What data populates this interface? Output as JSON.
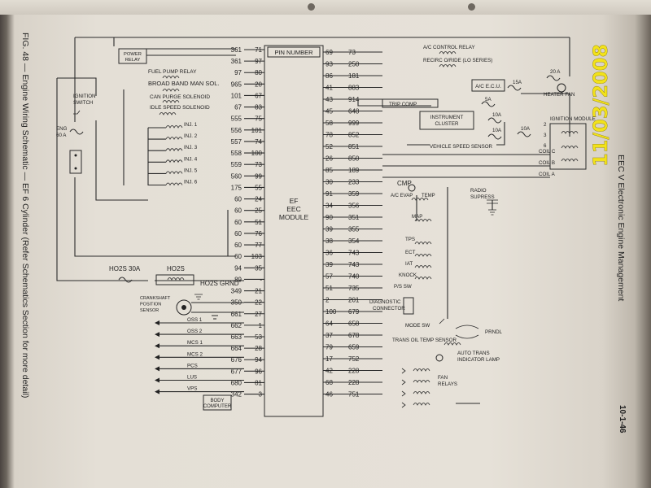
{
  "side_caption": "FIG. 48 — Engine Wiring Schematic — EF 6 Cylinder (Refer Schematics Section for more detail)",
  "right_header": "EEC V Electronic Engine Management",
  "page_number": "10-1-46",
  "date_stamp": "11/03/2008",
  "module": {
    "title": "PIN NUMBER",
    "name_lines": [
      "EF",
      "EEC",
      "MODULE"
    ]
  },
  "left_pins": [
    {
      "wire": "361",
      "pin": "71"
    },
    {
      "wire": "361",
      "pin": "97"
    },
    {
      "wire": "97",
      "pin": "80"
    },
    {
      "wire": "965",
      "pin": "20"
    },
    {
      "wire": "101",
      "pin": "67"
    },
    {
      "wire": "67",
      "pin": "83"
    },
    {
      "wire": "555",
      "pin": "75"
    },
    {
      "wire": "556",
      "pin": "101"
    },
    {
      "wire": "557",
      "pin": "74"
    },
    {
      "wire": "558",
      "pin": "100"
    },
    {
      "wire": "559",
      "pin": "73"
    },
    {
      "wire": "560",
      "pin": "99"
    },
    {
      "wire": "175",
      "pin": "55"
    },
    {
      "wire": "60",
      "pin": "24"
    },
    {
      "wire": "60",
      "pin": "25"
    },
    {
      "wire": "60",
      "pin": "51"
    },
    {
      "wire": "60",
      "pin": "76"
    },
    {
      "wire": "60",
      "pin": "77"
    },
    {
      "wire": "60",
      "pin": "103"
    },
    {
      "wire": "94",
      "pin": "35"
    },
    {
      "wire": "89",
      "pin": "-"
    },
    {
      "wire": "349",
      "pin": "21"
    },
    {
      "wire": "350",
      "pin": "22"
    },
    {
      "wire": "661",
      "pin": "27"
    },
    {
      "wire": "662",
      "pin": "1"
    },
    {
      "wire": "663",
      "pin": "53"
    },
    {
      "wire": "664",
      "pin": "28"
    },
    {
      "wire": "676",
      "pin": "94"
    },
    {
      "wire": "677",
      "pin": "96"
    },
    {
      "wire": "680",
      "pin": "81"
    },
    {
      "wire": "342",
      "pin": "3"
    }
  ],
  "right_pins": [
    {
      "pin": "69",
      "wire": "73"
    },
    {
      "pin": "93",
      "wire": "250"
    },
    {
      "pin": "86",
      "wire": "181"
    },
    {
      "pin": "41",
      "wire": "883"
    },
    {
      "pin": "43",
      "wire": "914"
    },
    {
      "pin": "45",
      "wire": "648"
    },
    {
      "pin": "58",
      "wire": "999"
    },
    {
      "pin": "78",
      "wire": "852"
    },
    {
      "pin": "52",
      "wire": "851"
    },
    {
      "pin": "26",
      "wire": "850"
    },
    {
      "pin": "85",
      "wire": "189"
    },
    {
      "pin": "30",
      "wire": "233"
    },
    {
      "pin": "91",
      "wire": "359"
    },
    {
      "pin": "34",
      "wire": "356"
    },
    {
      "pin": "90",
      "wire": "351"
    },
    {
      "pin": "39",
      "wire": "355"
    },
    {
      "pin": "38",
      "wire": "354"
    },
    {
      "pin": "36",
      "wire": "743"
    },
    {
      "pin": "39",
      "wire": "743"
    },
    {
      "pin": "57",
      "wire": "740"
    },
    {
      "pin": "51",
      "wire": "735"
    },
    {
      "pin": "2",
      "wire": "201"
    },
    {
      "pin": "100",
      "wire": "679"
    },
    {
      "pin": "64",
      "wire": "658"
    },
    {
      "pin": "37",
      "wire": "678"
    },
    {
      "pin": "79",
      "wire": "659"
    },
    {
      "pin": "17",
      "wire": "752"
    },
    {
      "pin": "42",
      "wire": "228"
    },
    {
      "pin": "68",
      "wire": "228"
    },
    {
      "pin": "46",
      "wire": "751"
    }
  ],
  "left_labels": {
    "power_relay": [
      "POWER",
      "RELAY"
    ],
    "fuel_pump_relay": "FUEL PUMP RELAY",
    "broad_band": "BROAD BAND MAN SOL.",
    "canister": "CAN PURGE SOLENOID",
    "idle": "IDLE SPEED SOLENOID",
    "injectors": [
      "INJ. 1",
      "INJ. 2",
      "INJ. 3",
      "INJ. 4",
      "INJ. 5",
      "INJ. 6"
    ],
    "ignition_switch": [
      "IGNITION",
      "SWITCH"
    ],
    "eng_fuse": [
      "ENG",
      "60 A"
    ],
    "ho2s_30a": "HO2S 30A",
    "ho2s": "HO2S",
    "ho2s_grnd": "HO2S GRND",
    "crank": [
      "CRANKSHAFT",
      "POSITION",
      "SENSOR"
    ],
    "sensors": [
      "OSS 1",
      "OSS 2",
      "MCS 1",
      "MCS 2",
      "PCS",
      "LUS",
      "VPS"
    ],
    "body_computer": [
      "BODY",
      "COMPUTER"
    ]
  },
  "right_labels": {
    "ac_control": "A/C CONTROL RELAY",
    "recirc": "RECIRC O/RIDE (LO SERIES)",
    "ac_ecu": "A/C E.C.U.",
    "fuse_15a": "15A",
    "fuse_20a": "20 A",
    "heater_fan": "HEATER FAN",
    "trip_comp": "TRIP COMP",
    "fuse_5a": "5A",
    "fuse_10a_1": "10A",
    "fuse_10a_2": "10A",
    "fuse_10a_3": "10A",
    "instrument": [
      "INSTRUMENT",
      "CLUSTER"
    ],
    "ignition_module": "IGNITION MODULE",
    "vss": "VEHICLE SPEED SENSOR",
    "coils": [
      "COIL C",
      "COIL B",
      "COIL A"
    ],
    "coil_nums": [
      "2",
      "3",
      "6"
    ],
    "cmp": "CMP",
    "ac_evap": "A/C EVAP",
    "temp": "TEMP",
    "radio": [
      "RADIO",
      "SUPRESS"
    ],
    "map": "MAP",
    "tps": "TPS",
    "ect": "ECT",
    "iat": "IAT",
    "knock": "KNOCK",
    "ps_sw": "P/S SW",
    "diag": [
      "DIAGNOSTIC",
      "CONNECTOR"
    ],
    "mode_sw": "MODE SW",
    "prndl": "PRNDL",
    "trans_temp": "TRANS OIL TEMP SENSOR",
    "auto_trans": [
      "AUTO TRANS",
      "INDICATOR LAMP"
    ],
    "fan_relays": [
      "FAN",
      "RELAYS"
    ]
  }
}
